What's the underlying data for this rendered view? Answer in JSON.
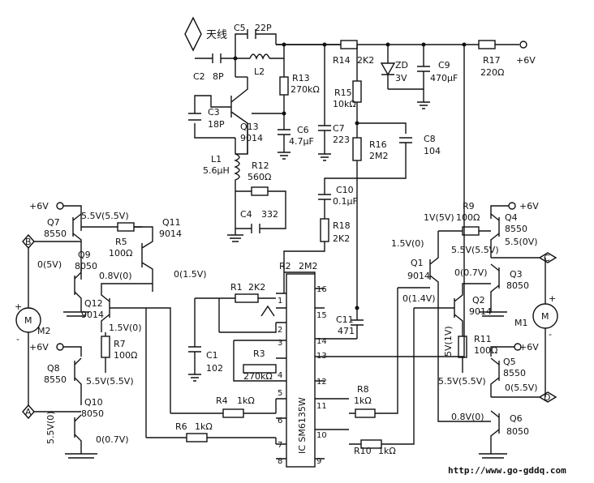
{
  "antenna_label": "天线",
  "supply": {
    "plus6v": "+6V"
  },
  "components": {
    "C5": "C5",
    "C5v": "22P",
    "C2": "C2",
    "C2v": "8P",
    "L2": "L2",
    "C3": "C3",
    "C3v": "18P",
    "Q13": "Q13",
    "Q13v": "9014",
    "R13": "R13",
    "R13v": "270kΩ",
    "C6": "C6",
    "C6v": "4.7μF",
    "L1": "L1",
    "L1v": "5.6μH",
    "R12": "R12",
    "R12v": "560Ω",
    "C4": "C4",
    "C4v": "332",
    "R14": "R14",
    "R14v": "2K2",
    "R15": "R15",
    "R15v": "10kΩ",
    "C7": "C7",
    "C7v": "223",
    "R16": "R16",
    "R16v": "2M2",
    "C8": "C8",
    "C8v": "104",
    "ZD": "ZD",
    "ZDv": "3V",
    "C9": "C9",
    "C9v": "470μF",
    "R17": "R17",
    "R17v": "220Ω",
    "C10": "C10",
    "C10v": "0.1μF",
    "R18": "R18",
    "R18v": "2K2",
    "R2": "R2",
    "R2v": "2M2",
    "R1": "R1",
    "R1v": "2K2",
    "C1": "C1",
    "C1v": "102",
    "R3": "R3",
    "R3v": "270kΩ",
    "C11": "C11",
    "C11v": "471",
    "R4": "R4",
    "R4v": "1kΩ",
    "R6": "R6",
    "R6v": "1kΩ",
    "R8": "R8",
    "R8v": "1kΩ",
    "R10": "R10",
    "R10v": "1kΩ",
    "IC": "IC SM6135W",
    "Q7": "Q7",
    "Q7v": "8550",
    "Q9": "Q9",
    "Q9v": "8050",
    "R5": "R5",
    "R5v": "100Ω",
    "Q11": "Q11",
    "Q11v": "9014",
    "Q12": "Q12",
    "Q12v": "9014",
    "R7": "R7",
    "R7v": "100Ω",
    "Q8": "Q8",
    "Q8v": "8550",
    "Q10": "Q10",
    "Q10v": "8050",
    "M2": "M2",
    "R9": "R9",
    "R9v": "100Ω",
    "Q4": "Q4",
    "Q4v": "8550",
    "Q1": "Q1",
    "Q1v": "9014",
    "Q3": "Q3",
    "Q3v": "8050",
    "Q2": "Q2",
    "Q2v": "9014",
    "M1": "M1",
    "R11": "R11",
    "R11v": "100Ω",
    "Q5": "Q5",
    "Q5v": "8550",
    "Q6": "Q6",
    "Q6v": "8050"
  },
  "terminals": {
    "A": "A",
    "B": "B",
    "C": "C",
    "D": "D"
  },
  "motor_symbol": "M",
  "voltages": {
    "q7": "5.5V(5.5V)",
    "q9b": "0(5V)",
    "q9e": "0.8V(0)",
    "q11": "0(1.5V)",
    "q12": "1.5V(0)",
    "q8": "5.5V(5.5V)",
    "q10a": "5.5V(0)",
    "q10b": "0(0.7V)",
    "r9": "1V(5V)",
    "q1": "1.5V(0)",
    "q4": "5.5V(5.5V)",
    "q4r": "5.5(0V)",
    "q3": "0(0.7V)",
    "q2": "0(1.4V)",
    "r11": "5V(1V)",
    "q5": "5.5V(5.5V)",
    "q5r": "0(5.5V)",
    "q6": "0.8V(0)"
  },
  "pins": [
    "1",
    "2",
    "3",
    "4",
    "5",
    "6",
    "7",
    "8",
    "9",
    "10",
    "11",
    "12",
    "13",
    "14",
    "15",
    "16"
  ],
  "polarity": {
    "plus": "+",
    "minus": "-"
  },
  "watermark": "http://www.go-gddq.com"
}
